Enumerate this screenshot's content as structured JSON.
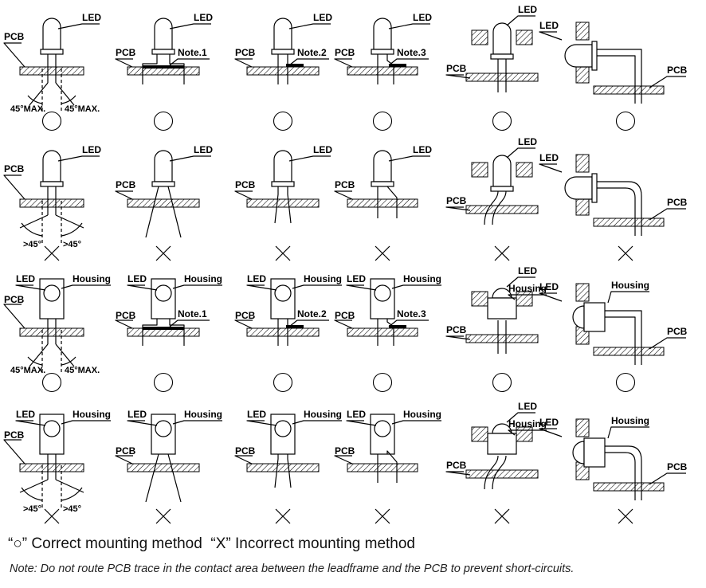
{
  "labels": {
    "led": "LED",
    "pcb": "PCB",
    "housing": "Housing",
    "note1": "Note.1",
    "note2": "Note.2",
    "note3": "Note.3",
    "angle_max_left": "45°MAX.",
    "angle_max_right": "45°MAX.",
    "angle_over_left": ">45°",
    "angle_over_right": ">45°"
  },
  "marks": {
    "correct": "○",
    "incorrect": "×"
  },
  "legend": {
    "correct_symbol": "“○”",
    "correct_text": "Correct mounting method",
    "incorrect_symbol": "“X”",
    "incorrect_text": "Incorrect mounting method"
  },
  "note": "Note: Do not route PCB trace in the contact area between the leadframe and the PCB to prevent short-circuits.",
  "rows": [
    {
      "kind": "led",
      "verdict": "correct",
      "items": [
        "angle-max",
        "note1",
        "note2",
        "note3",
        "panel",
        "right-angle"
      ]
    },
    {
      "kind": "led",
      "verdict": "incorrect",
      "items": [
        "angle-over",
        "splay",
        "bent",
        "jog",
        "panel-bent",
        "right-angle-curve"
      ]
    },
    {
      "kind": "housing",
      "verdict": "correct",
      "items": [
        "angle-max",
        "note1",
        "note2",
        "note3",
        "panel",
        "right-angle"
      ]
    },
    {
      "kind": "housing",
      "verdict": "incorrect",
      "items": [
        "angle-over",
        "splay",
        "bent",
        "jog",
        "panel-bent",
        "right-angle-curve"
      ]
    }
  ]
}
